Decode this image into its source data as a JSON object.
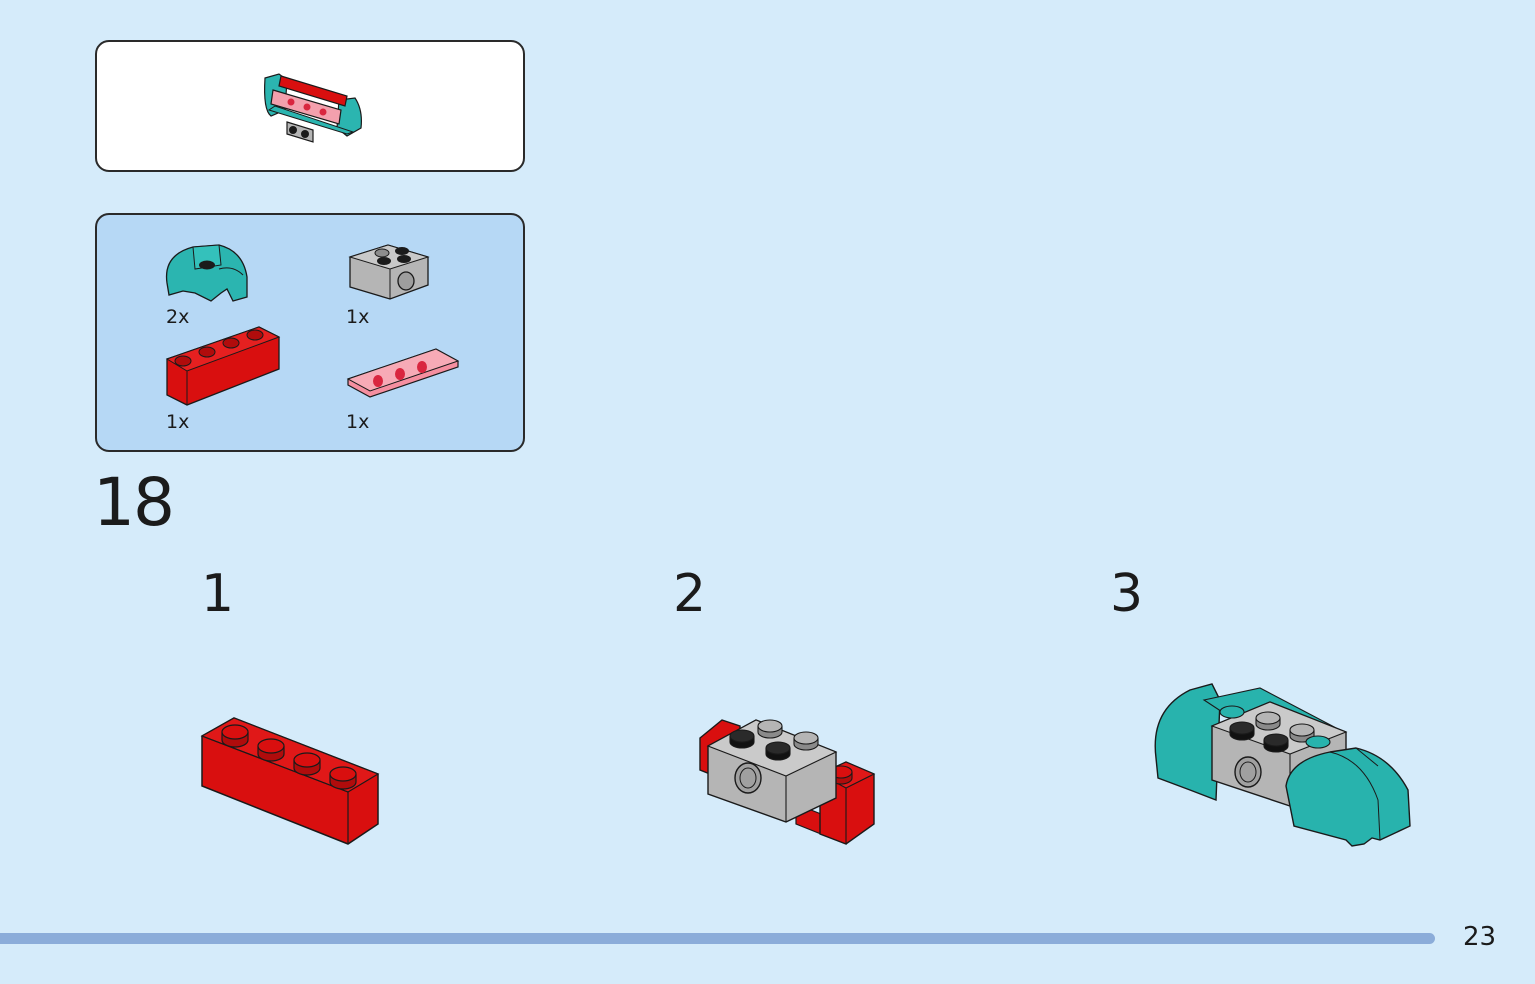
{
  "step": {
    "number": "18"
  },
  "preview": {
    "icon": "finished-submodel-preview"
  },
  "parts": [
    {
      "name": "teal-curved-slope",
      "quantity": "2x",
      "color": "#2bb5b0"
    },
    {
      "name": "gray-brick-with-hole",
      "quantity": "1x",
      "color": "#b5b5b5"
    },
    {
      "name": "red-brick-1x4",
      "quantity": "1x",
      "color": "#d90f0f"
    },
    {
      "name": "trans-red-plate-1x4",
      "quantity": "1x",
      "color": "#f58fa0"
    }
  ],
  "substeps": [
    {
      "number": "1",
      "illustration": "red-brick-placed"
    },
    {
      "number": "2",
      "illustration": "gray-brick-added"
    },
    {
      "number": "3",
      "illustration": "teal-slopes-added"
    }
  ],
  "footer": {
    "page_number": "23"
  },
  "colors": {
    "background": "#d5ebfa",
    "parts_panel": "#b6d8f5",
    "bar": "#8bacd9"
  }
}
